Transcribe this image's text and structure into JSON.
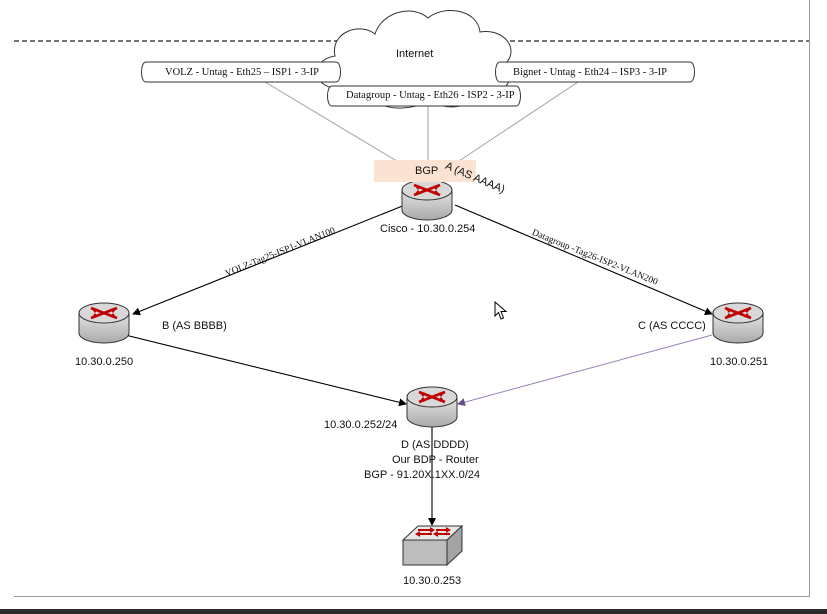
{
  "diagram": {
    "cloud_label": "Internet",
    "isp_links": [
      {
        "label": "VOLZ - Untag - Eth25 – ISP1 - 3-IP"
      },
      {
        "label": "Datagroup - Untag - Eth26 - ISP2 - 3-IP"
      },
      {
        "label": "Bignet  - Untag - Eth24 – ISP3 - 3-IP"
      }
    ],
    "bgp_label": "BGP",
    "router_a": {
      "as_label": "A (AS AAAA)",
      "ip": "Cisco - 10.30.0.254"
    },
    "router_b": {
      "as_label": "B (AS BBBB)",
      "ip": "10.30.0.250"
    },
    "router_c": {
      "as_label": "C  (AS CCCC)",
      "ip": "10.30.0.251"
    },
    "router_d": {
      "ip": "10.30.0.252/24",
      "as_label": "D (AS DDDD)",
      "role": "Our BDP - Router",
      "bgp": "BGP - 91.20X.1XX.0/24"
    },
    "switch": {
      "ip": "10.30.0.253"
    },
    "edge_labels": {
      "a_to_b": "VOLZ-Tag25-ISP1-VLAN100",
      "a_to_c": "Datagroup -Tag26-ISP2-VLAN200"
    },
    "colors": {
      "router_body": "#c9c9c9",
      "arrow": "#c00000",
      "bgp_box": "#fbe3d3",
      "link_gray": "#a99bb0"
    }
  }
}
